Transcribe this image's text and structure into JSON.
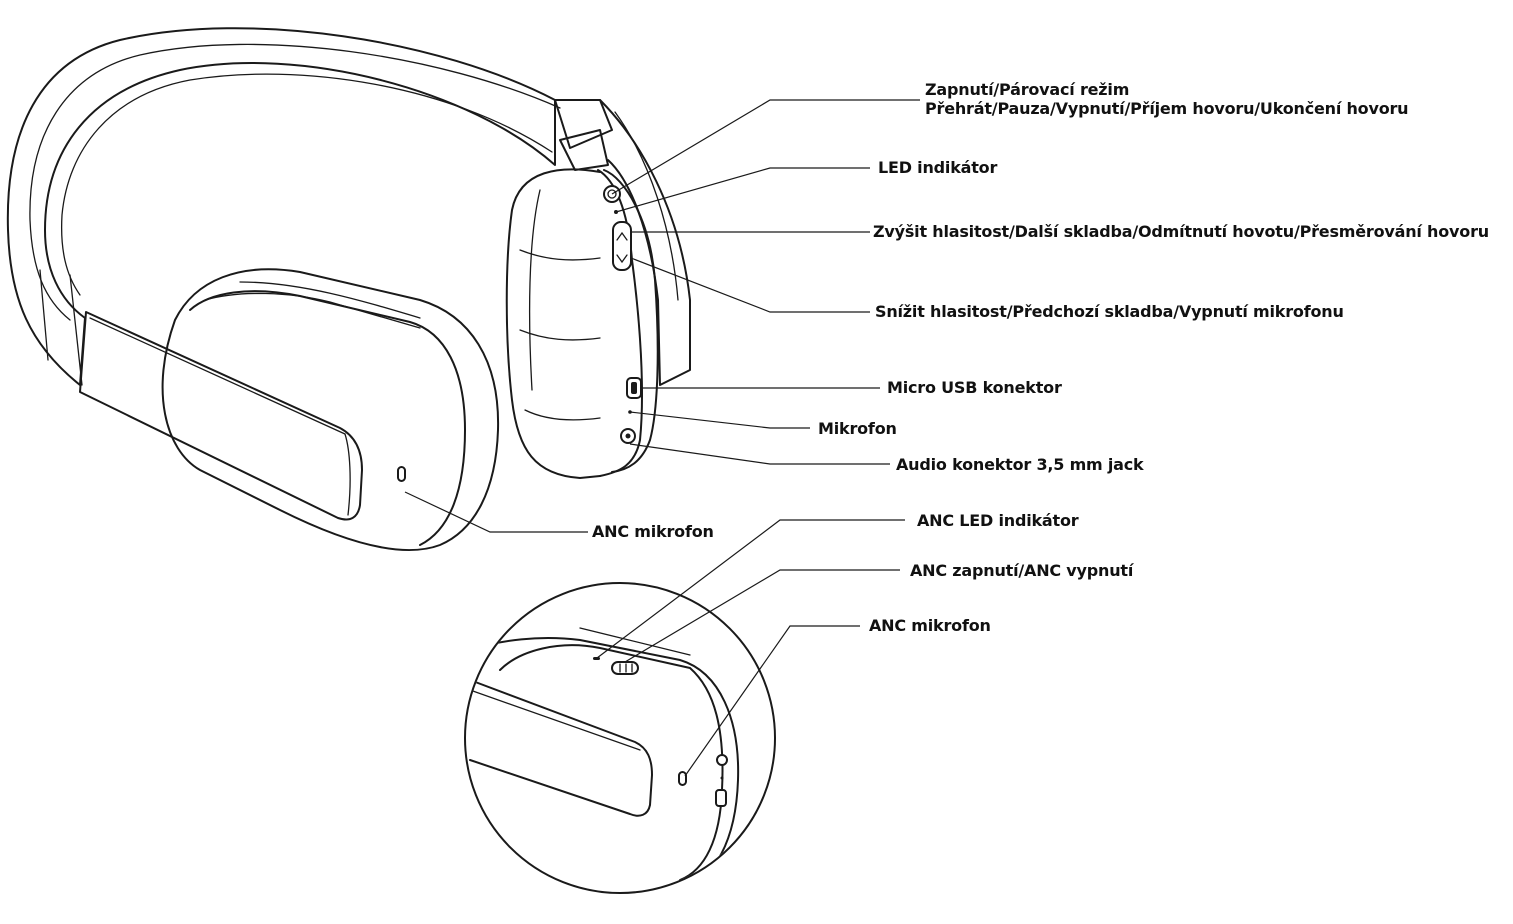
{
  "labels": {
    "power_line1": "Zapnutí/Párovací režim",
    "power_line2": "Přehrát/Pauza/Vypnutí/Příjem hovoru/Ukončení hovoru",
    "led": "LED indikátor",
    "vol_up": "Zvýšit hlasitost/Další skladba/Odmítnutí hovotu/Přesměrování hovoru",
    "vol_down": "Snížit hlasitost/Předchozí skladba/Vypnutí mikrofonu",
    "usb": "Micro USB konektor",
    "mic": "Mikrofon",
    "audio": "Audio konektor 3,5 mm jack",
    "anc_mic_main": "ANC mikrofon",
    "anc_led": "ANC LED indikátor",
    "anc_switch": "ANC zapnutí/ANC vypnutí",
    "anc_mic_detail": "ANC mikrofon"
  },
  "icons": {
    "power_button": "power-icon",
    "volume_up": "chevron-up-icon",
    "volume_down": "chevron-down-icon"
  }
}
